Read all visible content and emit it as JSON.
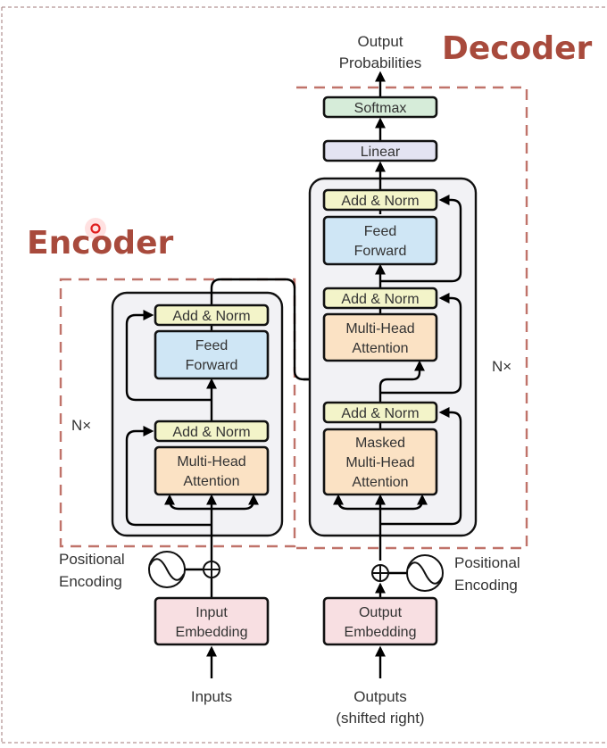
{
  "titles": {
    "encoder": "Encoder",
    "decoder": "Decoder"
  },
  "output": {
    "line1": "Output",
    "line2": "Probabilities"
  },
  "decoder": {
    "softmax": "Softmax",
    "linear": "Linear",
    "add_norm": "Add & Norm",
    "feed_forward": [
      "Feed",
      "Forward"
    ],
    "cross_attention": [
      "Multi-Head",
      "Attention"
    ],
    "masked_attention": [
      "Masked",
      "Multi-Head",
      "Attention"
    ],
    "repeat": "N×",
    "positional_encoding": [
      "Positional",
      "Encoding"
    ],
    "embedding": [
      "Output",
      "Embedding"
    ],
    "input_label": [
      "Outputs",
      "(shifted right)"
    ]
  },
  "encoder": {
    "add_norm": "Add & Norm",
    "feed_forward": [
      "Feed",
      "Forward"
    ],
    "attention": [
      "Multi-Head",
      "Attention"
    ],
    "repeat": "N×",
    "positional_encoding": [
      "Positional",
      "Encoding"
    ],
    "embedding": [
      "Input",
      "Embedding"
    ],
    "input_label": "Inputs"
  },
  "colors": {
    "title": "#a84a3c",
    "region_dash": "#c0736a",
    "add_norm": "#f3f4c9",
    "feed_forward": "#cfe6f5",
    "attention": "#fbe2c4",
    "embedding": "#f8dfe2",
    "softmax": "#d6ecd9",
    "linear": "#e3e3f2",
    "stack": "#f2f2f5"
  }
}
